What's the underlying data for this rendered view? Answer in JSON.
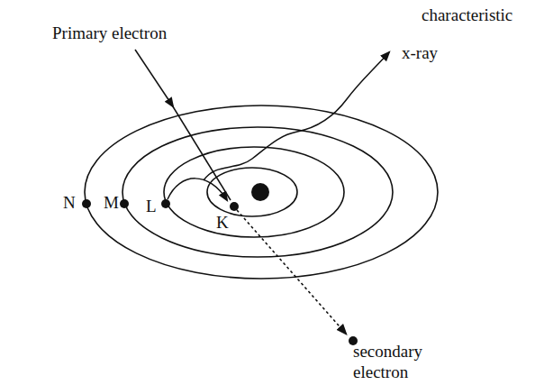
{
  "diagram": {
    "labels": [
      "Primary electron",
      "characteristic",
      "x-ray",
      "N",
      "M",
      "L",
      "K",
      "secondary electron"
    ]
  }
}
